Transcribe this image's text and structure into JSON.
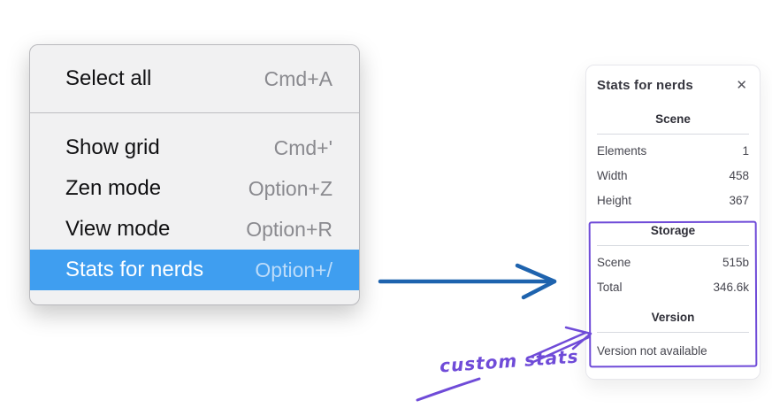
{
  "menu": {
    "items": [
      {
        "label": "Select all",
        "shortcut": "Cmd+A",
        "highlighted": false
      },
      {
        "label": "Show grid",
        "shortcut": "Cmd+'",
        "highlighted": false
      },
      {
        "label": "Zen mode",
        "shortcut": "Option+Z",
        "highlighted": false
      },
      {
        "label": "View mode",
        "shortcut": "Option+R",
        "highlighted": false
      },
      {
        "label": "Stats for nerds",
        "shortcut": "Option+/",
        "highlighted": true
      }
    ]
  },
  "stats_panel": {
    "title": "Stats for nerds",
    "close_icon": "✕",
    "sections": [
      {
        "header": "Scene",
        "rows": [
          {
            "label": "Elements",
            "value": "1"
          },
          {
            "label": "Width",
            "value": "458"
          },
          {
            "label": "Height",
            "value": "367"
          }
        ]
      },
      {
        "header": "Storage",
        "rows": [
          {
            "label": "Scene",
            "value": "515b"
          },
          {
            "label": "Total",
            "value": "346.6k"
          }
        ]
      },
      {
        "header": "Version",
        "note": "Version not available"
      }
    ]
  },
  "annotation": {
    "label": "custom stats"
  },
  "colors": {
    "menu_bg": "#f1f1f2",
    "menu_highlight": "#3f9ef0",
    "arrow_blue": "#1e63ae",
    "annotation_purple": "#6f4bd8",
    "panel_bg": "#ffffff"
  }
}
